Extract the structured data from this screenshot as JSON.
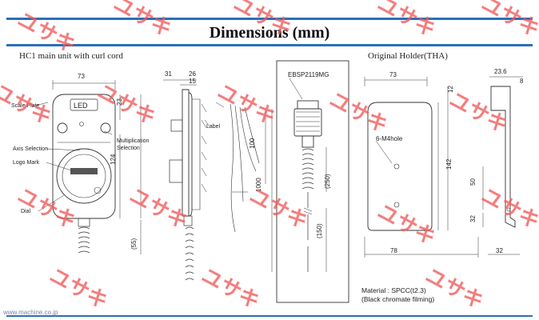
{
  "title": "Dimensions (mm)",
  "sections": {
    "main_unit": "HC1 main unit with curl cord",
    "holder": "Original Holder(THA)"
  },
  "labels": {
    "led": "LED",
    "scale_plate": "Scale Plate",
    "axis_selection": "Axis Selection",
    "logo_mark": "Logo Mark",
    "dial": "Dial",
    "multiplication": "Multiplication",
    "selection": "Selection",
    "label": "Label",
    "connector": "EBSP2119MG",
    "holes": "6-M4hole"
  },
  "dimensions": {
    "unit_width": "73",
    "lcd_height": "23",
    "unit_height": "124",
    "cord_exit": "(55)",
    "side_depth": "31",
    "side_depth2": "26",
    "side_thick": "15",
    "lead_short": "100",
    "lead_long": "1000",
    "coil_length": "(250)",
    "coil_extra": "(150)",
    "holder_width": "73",
    "holder_top": "12",
    "holder_height": "142",
    "holder_base": "78",
    "side_width": "23.6",
    "side_lip": "8",
    "hole_pitch": "50",
    "hole_offset": "32",
    "side_foot": "32"
  },
  "material": {
    "spec": "Material : SPCC(t2.3)",
    "finish": "(Black chromate filming)"
  },
  "footer": "www.machine.co.jp",
  "watermark_text": "ユサキ",
  "colors": {
    "rule": "#2a6fb6",
    "watermark": "#f05a5a"
  }
}
